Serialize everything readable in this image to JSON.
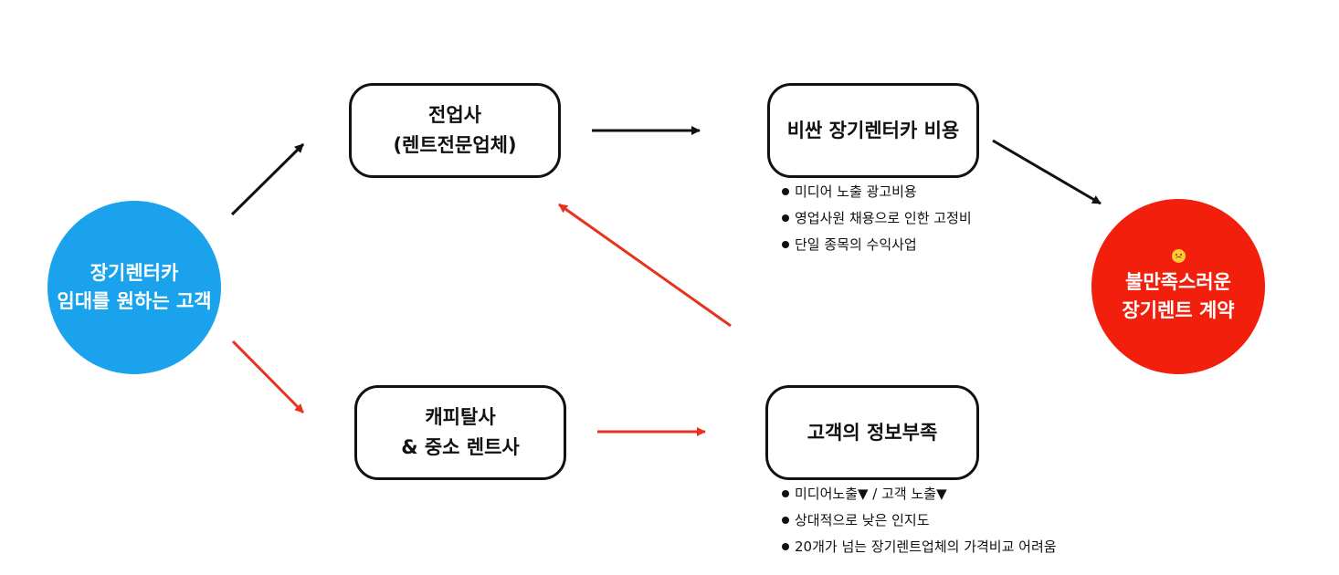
{
  "colors": {
    "customer_circle": "#1aa3ec",
    "contract_circle": "#f21f0c",
    "arrow_black": "#111111",
    "arrow_red": "#e8321e"
  },
  "customer": {
    "line1": "장기렌터카",
    "line2": "임대를 원하는 고객"
  },
  "specialist": {
    "line1": "전업사",
    "line2": "(렌트전문업체)"
  },
  "capital": {
    "line1": "캐피탈사",
    "line2": "& 중소 렌트사"
  },
  "cost": {
    "title": "비싼 장기렌터카 비용",
    "bullets": [
      "미디어 노출 광고비용",
      "영업사원 채용으로 인한 고정비",
      "단일 종목의 수익사업"
    ]
  },
  "info": {
    "title": "고객의 정보부족",
    "bullets": [
      "미디어노출▼ / 고객 노출▼",
      "상대적으로 낮은 인지도",
      "20개가 넘는 장기렌트업체의 가격비교 어려움"
    ]
  },
  "contract": {
    "icon": "frowning-face-icon",
    "line1": "불만족스러운",
    "line2": "장기렌트 계약"
  }
}
